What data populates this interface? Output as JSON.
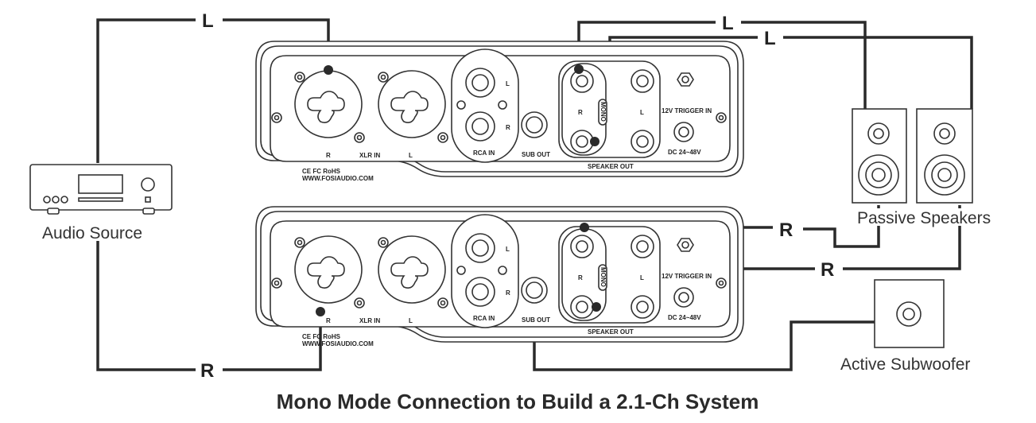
{
  "title": "Mono Mode Connection to Build a 2.1-Ch System",
  "devices": {
    "audio_source": "Audio Source",
    "passive_speakers": "Passive Speakers",
    "active_subwoofer": "Active Subwoofer"
  },
  "wire_labels": {
    "l1": "L",
    "l2": "L",
    "l3": "L",
    "r1": "R",
    "r2": "R",
    "r3": "R"
  },
  "panel": {
    "xlr_r": "R",
    "xlr_in": "XLR IN",
    "xlr_l": "L",
    "rca_l": "L",
    "rca_r": "R",
    "rca_in": "RCA IN",
    "sub_out": "SUB OUT",
    "spk_r": "R",
    "mono": "MONO",
    "spk_l": "L",
    "speaker_out": "SPEAKER OUT",
    "trigger": "12V TRIGGER IN",
    "dc": "DC 24~48V",
    "cert": "CE FC RoHS",
    "url": "WWW.FOSIAUDIO.COM"
  }
}
